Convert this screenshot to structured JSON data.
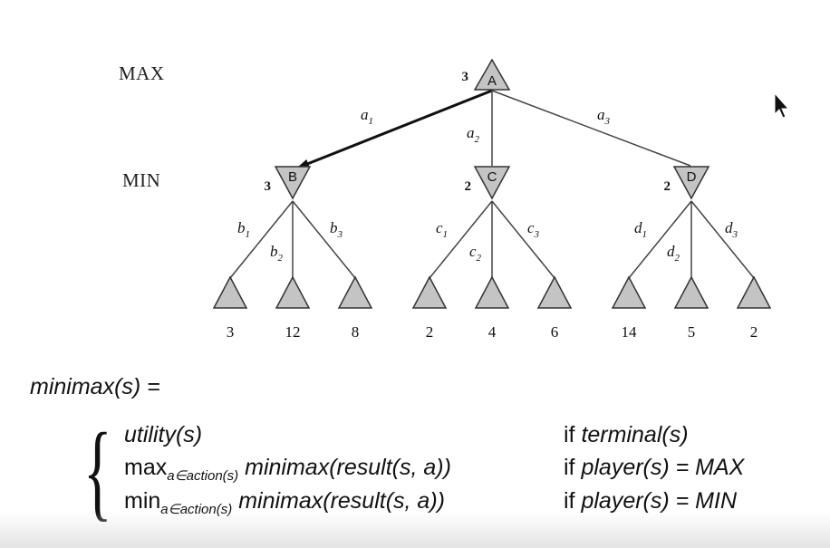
{
  "labels": {
    "max_row": "MAX",
    "min_row": "MIN"
  },
  "tree": {
    "root": {
      "id": "A",
      "value": "3"
    },
    "min_nodes": [
      {
        "id": "B",
        "value": "3"
      },
      {
        "id": "C",
        "value": "2"
      },
      {
        "id": "D",
        "value": "2"
      }
    ],
    "root_actions": [
      {
        "base": "a",
        "sub": "1"
      },
      {
        "base": "a",
        "sub": "2"
      },
      {
        "base": "a",
        "sub": "3"
      }
    ],
    "child_actions": [
      [
        {
          "base": "b",
          "sub": "1"
        },
        {
          "base": "b",
          "sub": "2"
        },
        {
          "base": "b",
          "sub": "3"
        }
      ],
      [
        {
          "base": "c",
          "sub": "1"
        },
        {
          "base": "c",
          "sub": "2"
        },
        {
          "base": "c",
          "sub": "3"
        }
      ],
      [
        {
          "base": "d",
          "sub": "1"
        },
        {
          "base": "d",
          "sub": "2"
        },
        {
          "base": "d",
          "sub": "3"
        }
      ]
    ],
    "leaf_values": [
      "3",
      "12",
      "8",
      "2",
      "4",
      "6",
      "14",
      "5",
      "2"
    ]
  },
  "formula": {
    "head": "minimax(s) =",
    "rows": [
      {
        "op": "",
        "sub": "",
        "expr": "utility(s)",
        "cond_word": "if",
        "cond": "terminal(s)"
      },
      {
        "op": "max",
        "sub": "a∈action(s)",
        "expr": "minimax(result(s, a))",
        "cond_word": "if",
        "cond": "player(s) = MAX"
      },
      {
        "op": "min",
        "sub": "a∈action(s)",
        "expr": "minimax(result(s, a))",
        "cond_word": "if",
        "cond": "player(s) = MIN"
      }
    ]
  },
  "colors": {
    "node_fill": "#c4c4c4",
    "node_stroke": "#333333",
    "edge": "#444444",
    "highlight_edge": "#111111"
  }
}
